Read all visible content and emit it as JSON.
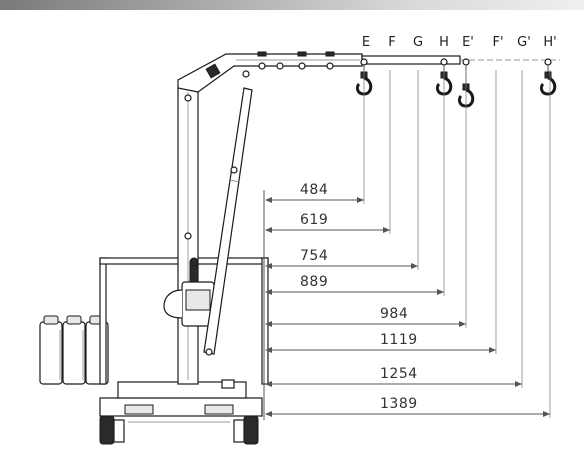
{
  "positions": [
    "E",
    "F",
    "G",
    "H",
    "E'",
    "F'",
    "G'",
    "H'"
  ],
  "dimensions": [
    "484",
    "619",
    "754",
    "889",
    "984",
    "1119",
    "1254",
    "1389"
  ],
  "colors": {
    "drawing_line": "#1a1a1a",
    "dimension_line": "#555555",
    "text": "#333333"
  }
}
